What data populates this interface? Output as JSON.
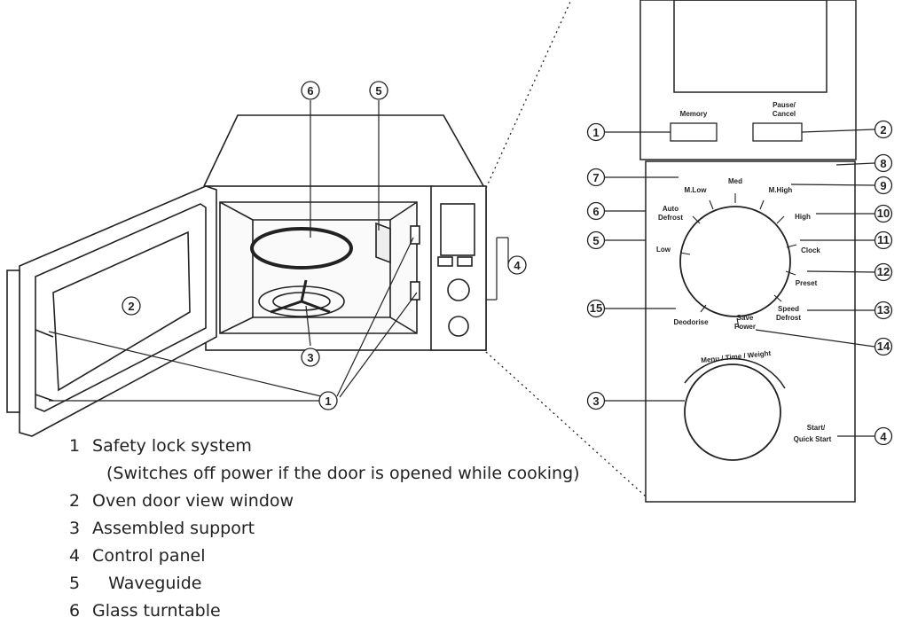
{
  "legend": {
    "items": [
      {
        "number": "1",
        "label": "Safety lock system"
      },
      {
        "number": "",
        "label": "(Switches off power if the door is opened while cooking)"
      },
      {
        "number": "2",
        "label": "Oven door view window"
      },
      {
        "number": "3",
        "label": "Assembled support"
      },
      {
        "number": "4",
        "label": "Control panel"
      },
      {
        "number": "5",
        "label": "Waveguide"
      },
      {
        "number": "6",
        "label": "Glass turntable"
      }
    ]
  },
  "oven_callouts": {
    "c6": "6",
    "c5": "5",
    "c2": "2",
    "c3": "3",
    "c4": "4",
    "c1": "1"
  },
  "panel_callouts": {
    "p1": "1",
    "p2": "2",
    "p3": "3",
    "p4": "4",
    "p5": "5",
    "p6": "6",
    "p7": "7",
    "p8": "8",
    "p9": "9",
    "p10": "10",
    "p11": "11",
    "p12": "12",
    "p13": "13",
    "p14": "14",
    "p15": "15"
  },
  "panel_labels": {
    "memory": "Memory",
    "pause_cancel_1": "Pause/",
    "pause_cancel_2": "Cancel",
    "m_low": "M.Low",
    "med": "Med",
    "m_high": "M.High",
    "high": "High",
    "auto_defrost_1": "Auto",
    "auto_defrost_2": "Defrost",
    "low": "Low",
    "clock": "Clock",
    "preset": "Preset",
    "speed_defrost_1": "Speed",
    "speed_defrost_2": "Defrost",
    "save_power_1": "Save",
    "save_power_2": "Power",
    "deodorise": "Deodorise",
    "menu_time_weight": "Menu / Time / Weight",
    "start_1": "Start/",
    "start_2": "Quick Start"
  }
}
